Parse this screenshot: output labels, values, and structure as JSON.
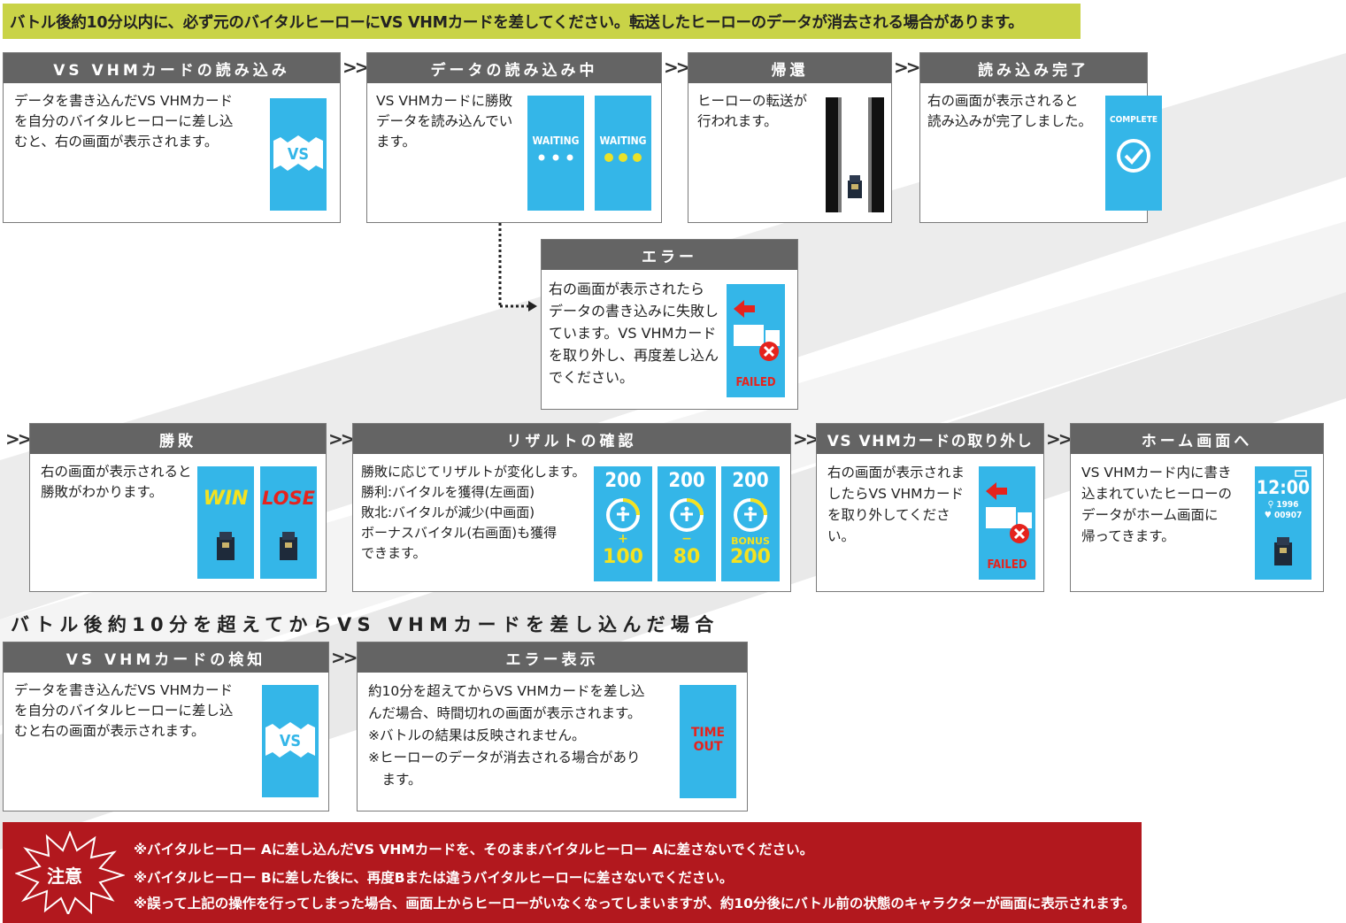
{
  "top_notice": "バトル後約10分以内に、必ず元のバイタルヒーローにVS VHMカードを差してください。転送したヒーローのデータが消去される場合があります。",
  "arrow_glyph": ">>",
  "cards": {
    "c1": {
      "title": "VS VHMカードの読み込み",
      "lines": [
        "データを書き込んだVS VHMカード",
        "を自分のバイタルヒーローに差し込",
        "むと、右の画面が表示されます。"
      ],
      "screen_text": "VS"
    },
    "c2": {
      "title": "データの読み込み中",
      "lines": [
        "VS VHMカードに勝敗",
        "データを読み込んでい",
        "ます。"
      ],
      "screen1": "WAITING",
      "screen2": "WAITING"
    },
    "c3": {
      "title": "帰還",
      "lines": [
        "ヒーローの転送が",
        "行われます。"
      ]
    },
    "c4": {
      "title": "読み込み完了",
      "lines": [
        "右の画面が表示されると",
        "読み込みが完了しました。"
      ],
      "screen_text": "COMPLETE"
    },
    "c5": {
      "title": "エラー",
      "lines": [
        "右の画面が表示されたら",
        "データの書き込みに失敗し",
        "ています。VS VHMカード",
        "を取り外し、再度差し込ん",
        "でください。"
      ],
      "screen_text": "FAILED"
    },
    "c6": {
      "title": "勝敗",
      "lines": [
        "右の画面が表示されると",
        "勝敗がわかります。"
      ],
      "win": "WIN",
      "lose": "LOSE"
    },
    "c7": {
      "title": "リザルトの確認",
      "lines": [
        "勝敗に応じてリザルトが変化します。",
        "勝利:バイタルを獲得(左画面)",
        "敗北:バイタルが減少(中画面)",
        "ボーナスバイタル(右画面)も獲得",
        "できます。"
      ],
      "screens": [
        {
          "top": "200",
          "bottom": "100",
          "mark": "+"
        },
        {
          "top": "200",
          "bottom": "80",
          "mark": "−"
        },
        {
          "top": "200",
          "bottom": "200",
          "mark": "BONUS"
        }
      ]
    },
    "c8": {
      "title": "VS VHMカードの取り外し",
      "lines": [
        "右の画面が表示されま",
        "したらVS VHMカード",
        "を取り外してくださ",
        "い。"
      ],
      "screen_text": "FAILED"
    },
    "c9": {
      "title": "ホーム画面へ",
      "lines": [
        "VS VHMカード内に書き",
        "込まれていたヒーローの",
        "データがホーム画面に",
        "帰ってきます。"
      ],
      "time": "12:00",
      "steps": "1996",
      "vital": "00907"
    },
    "c10": {
      "title": "VS VHMカードの検知",
      "lines": [
        "データを書き込んだVS VHMカード",
        "を自分のバイタルヒーローに差し込",
        "むと右の画面が表示されます。"
      ],
      "screen_text": "VS"
    },
    "c11": {
      "title": "エラー表示",
      "lines": [
        "約10分を超えてからVS VHMカードを差し込",
        "んだ場合、時間切れの画面が表示されます。",
        "※バトルの結果は反映されません。",
        "※ヒーローのデータが消去される場合があり",
        "　ます。"
      ],
      "screen1": "TIME",
      "screen2": "OUT"
    }
  },
  "section_heading": "バトル後約10分を超えてからVS VHMカードを差し込んだ場合",
  "caution": {
    "label": "注意",
    "lines": [
      "※バイタルヒーロー Aに差し込んだVS VHMカードを、そのままバイタルヒーロー Aに差さないでください。",
      "※バイタルヒーロー Bに差した後に、再度Bまたは違うバイタルヒーローに差さないでください。",
      "※誤って上記の操作を行ってしまった場合、画面上からヒーローがいなくなってしまいますが、約10分後にバトル前の状態のキャラクターが画面に表示されます。"
    ]
  },
  "colors": {
    "accent_bar": "#c9d347",
    "header_gray": "#646464",
    "screen_blue": "#34b6e8",
    "caution_red": "#b2181e",
    "win_yellow": "#f4e21f",
    "lose_red": "#e5231d"
  }
}
